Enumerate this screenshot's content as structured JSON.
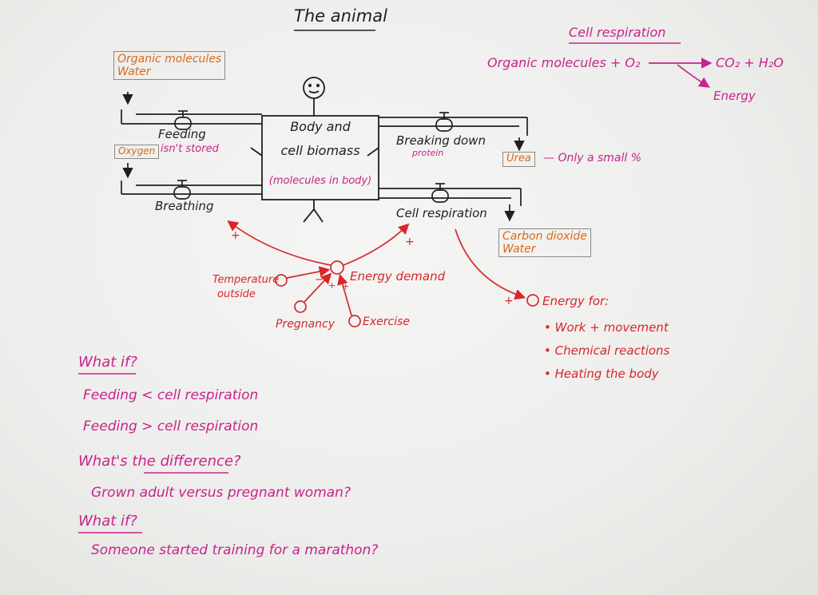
{
  "title": "The animal",
  "inputs": {
    "food_box": [
      "Organic molecules",
      "Water"
    ],
    "oxygen_box": "Oxygen",
    "feeding": "Feeding",
    "feeding_note": "isn't stored",
    "breathing": "Breathing"
  },
  "body": {
    "line1": "Body and",
    "line2": "cell biomass",
    "line3": "(molecules in body)"
  },
  "outputs": {
    "breaking_down": "Breaking down",
    "breaking_note": "protein",
    "urea": "Urea",
    "urea_note": "— Only a small %",
    "cell_respiration": "Cell respiration",
    "co2_box": [
      "Carbon dioxide",
      "Water"
    ]
  },
  "equation": {
    "heading": "Cell respiration",
    "left": "Organic molecules + O₂",
    "right": "CO₂ + H₂O",
    "energy": "Energy"
  },
  "feedback": {
    "energy_demand": "Energy demand",
    "temperature": [
      "Temperature",
      "outside"
    ],
    "pregnancy": "Pregnancy",
    "exercise": "Exercise",
    "signs": [
      "+",
      "+",
      "−",
      "+",
      "+",
      "+"
    ]
  },
  "energy_for": {
    "heading": "Energy for:",
    "items": [
      "• Work + movement",
      "• Chemical reactions",
      "• Heating the body"
    ]
  },
  "questions": {
    "what_if_1": "What if?",
    "q1": "Feeding < cell respiration",
    "q2": "Feeding > cell respiration",
    "difference": "What's the difference?",
    "q3": "Grown adult versus pregnant woman?",
    "what_if_2": "What if?",
    "q4": "Someone started training for a marathon?"
  },
  "colors": {
    "ink": "#1f1f1f",
    "red": "#d8262b",
    "magenta": "#c8238c",
    "orange": "#d96a1c"
  }
}
